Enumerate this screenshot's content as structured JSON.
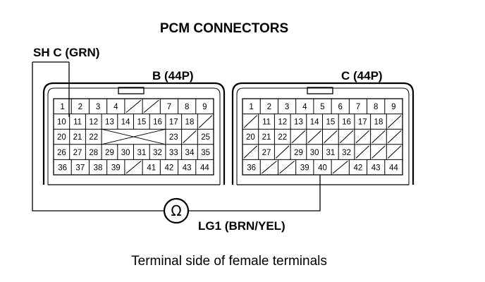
{
  "title": "PCM CONNECTORS",
  "caption": "Terminal side of female terminals",
  "wire_top": "SH C (GRN)",
  "wire_bottom": "LG1 (BRN/YEL)",
  "meter_symbol": "Ω",
  "connectors": [
    {
      "id": "B",
      "label": "B (44P)",
      "rows": [
        [
          "1",
          "2",
          "3",
          "4",
          "/",
          "/",
          "7",
          "8",
          "9"
        ],
        [
          "10",
          "11",
          "12",
          "13",
          "14",
          "15",
          "16",
          "17",
          "18",
          "/"
        ],
        [
          "20",
          "21",
          "22",
          "X",
          "X",
          "X",
          "X",
          "23",
          "/",
          "25"
        ],
        [
          "26",
          "27",
          "28",
          "29",
          "30",
          "31",
          "32",
          "33",
          "34",
          "35"
        ],
        [
          "36",
          "37",
          "38",
          "39",
          "/",
          "41",
          "42",
          "43",
          "44"
        ]
      ]
    },
    {
      "id": "C",
      "label": "C (44P)",
      "rows": [
        [
          "1",
          "2",
          "3",
          "4",
          "5",
          "6",
          "7",
          "8",
          "9"
        ],
        [
          "/",
          "11",
          "12",
          "13",
          "14",
          "15",
          "16",
          "17",
          "18",
          "/"
        ],
        [
          "20",
          "21",
          "22",
          "/",
          "/",
          "/",
          "/",
          "/",
          "/",
          "/"
        ],
        [
          "/",
          "27",
          "/",
          "29",
          "30",
          "31",
          "32",
          "/",
          "/",
          "/"
        ],
        [
          "36",
          "/",
          "/",
          "39",
          "40",
          "/",
          "42",
          "43",
          "44"
        ]
      ]
    }
  ]
}
